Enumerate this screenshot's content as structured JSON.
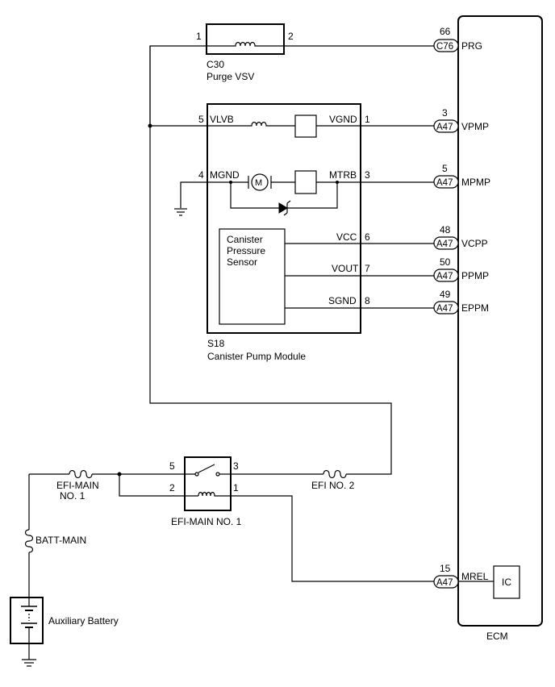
{
  "ecm": {
    "label": "ECM",
    "pins": [
      {
        "connector": "C76",
        "pin": "66",
        "signal": "PRG"
      },
      {
        "connector": "A47",
        "pin": "3",
        "signal": "VPMP"
      },
      {
        "connector": "A47",
        "pin": "5",
        "signal": "MPMP"
      },
      {
        "connector": "A47",
        "pin": "48",
        "signal": "VCPP"
      },
      {
        "connector": "A47",
        "pin": "50",
        "signal": "PPMP"
      },
      {
        "connector": "A47",
        "pin": "49",
        "signal": "EPPM"
      },
      {
        "connector": "A47",
        "pin": "15",
        "signal": "MREL"
      }
    ],
    "ic_label": "IC"
  },
  "purge_vsv": {
    "connector": "C30",
    "name": "Purge VSV",
    "pin_left": "1",
    "pin_right": "2"
  },
  "pump_module": {
    "connector": "S18",
    "name": "Canister Pump Module",
    "terminals": [
      {
        "pin": "5",
        "name": "VLVB"
      },
      {
        "pin": "1",
        "name": "VGND"
      },
      {
        "pin": "4",
        "name": "MGND"
      },
      {
        "pin": "3",
        "name": "MTRB"
      },
      {
        "pin": "6",
        "name": "VCC"
      },
      {
        "pin": "7",
        "name": "VOUT"
      },
      {
        "pin": "8",
        "name": "SGND"
      }
    ],
    "sensor_lines": [
      "Canister",
      "Pressure",
      "Sensor"
    ],
    "motor_symbol": "M"
  },
  "relay": {
    "name": "EFI-MAIN NO. 1",
    "pins": [
      "5",
      "3",
      "2",
      "1"
    ]
  },
  "fuses": {
    "efi_main_1_lines": [
      "EFI-MAIN",
      "NO. 1"
    ],
    "efi_no2": "EFI NO. 2",
    "batt_main": "BATT-MAIN"
  },
  "battery": {
    "label": "Auxiliary Battery"
  }
}
